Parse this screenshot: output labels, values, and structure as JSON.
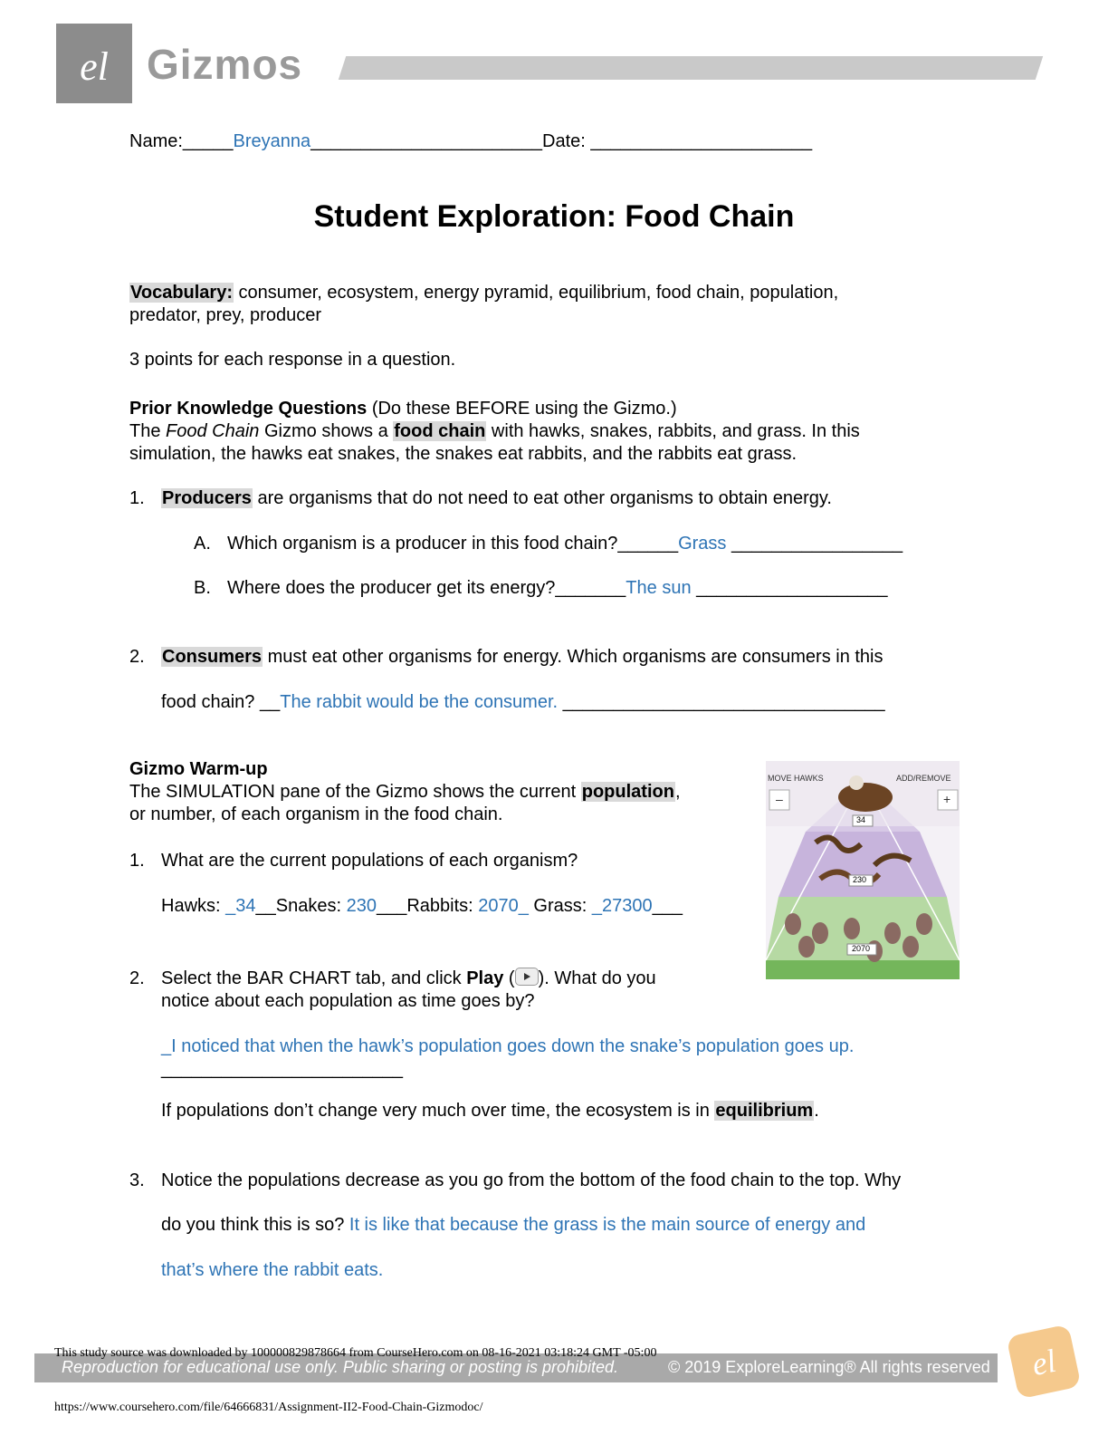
{
  "header": {
    "logo_text": "Gizmos"
  },
  "name_line": {
    "name_label": "Name:",
    "name_blank_pre": "_____",
    "name_value": "Breyanna",
    "name_blank_post": "_______________________",
    "date_label": "Date:",
    "date_blank": "______________________"
  },
  "title": "Student Exploration: Food Chain",
  "vocabulary": {
    "label": "Vocabulary:",
    "line1": " consumer, ecosystem, energy pyramid, equilibrium, food chain, population,",
    "line2": "predator, prey, producer"
  },
  "points_note": "3 points for each response in a question.",
  "prior": {
    "heading": "Prior Knowledge Questions",
    "heading_note": " (Do these BEFORE using the Gizmo.)",
    "p1_a": "The ",
    "p1_italic": "Food Chain",
    "p1_b": " Gizmo shows a ",
    "p1_hl": "food chain",
    "p1_c": " with hawks, snakes, rabbits, and grass. In this",
    "p2": "simulation, the hawks eat snakes, the snakes eat rabbits, and the rabbits eat grass.",
    "q1_num": "1.",
    "q1_hl": "Producers",
    "q1_text": " are organisms that do not need to eat other organisms to obtain energy.",
    "q1a_letter": "A.",
    "q1a_text": "Which organism is a producer in this food chain?______",
    "q1a_answer": "Grass",
    "q1a_blank": " _________________",
    "q1b_letter": "B.",
    "q1b_text": "Where does the producer get its energy?_______",
    "q1b_answer": "The sun",
    "q1b_blank": " ___________________",
    "q2_num": "2.",
    "q2_hl": "Consumers",
    "q2_text": " must eat other organisms for energy. Which organisms are consumers in this",
    "q2_line2": "food chain? __",
    "q2_answer": "The rabbit would be the consumer.",
    "q2_blank": " ________________________________"
  },
  "warmup": {
    "heading": "Gizmo Warm-up",
    "p1_a": "The SIMULATION pane of the Gizmo shows the current ",
    "p1_hl": "population",
    "p1_b": ",",
    "p2": "or number, of each organism in the food chain.",
    "q1_num": "1.",
    "q1_text": "What are the current populations of each organism?",
    "hawks_label": "Hawks: ",
    "hawks_value": "_34",
    "snakes_label": "__Snakes: ",
    "snakes_value": "230",
    "rabbits_label": "___Rabbits: ",
    "rabbits_value": "2070_",
    "grass_label": " Grass: ",
    "grass_value": "_27300",
    "grass_blank": "___",
    "q2_num": "2.",
    "q2_a": "Select the BAR CHART tab, and click ",
    "q2_bold": "Play",
    "q2_b": " (",
    "q2_c": "). What do you",
    "q2_line2": "notice about each population as time goes by?",
    "q2_answer": "_I noticed that when the hawk’s population goes down the snake’s population goes up.",
    "q2_blank": "________________________",
    "eq_a": "If populations don’t change very much over time, the ecosystem is in ",
    "eq_hl": "equilibrium",
    "eq_b": ".",
    "q3_num": "3.",
    "q3_line1": "Notice the populations decrease as you go from the bottom of the food chain to the top. Why",
    "q3_line2": "do you think this is so? ",
    "q3_answer_1": "It is like that because the grass is the main source of energy and",
    "q3_answer_2": "that’s where the rabbit eats."
  },
  "gizmo_image": {
    "move_hawks": "MOVE HAWKS",
    "add_remove": "ADD/REMOVE",
    "minus": "–",
    "plus": "+",
    "hawk_count": "34",
    "snake_count": "230",
    "rabbit_count": "2070"
  },
  "footer": {
    "source": "This study source was downloaded by 100000829878664 from CourseHero.com on 08-16-2021 03:18:24 GMT -05:00",
    "notice": "Reproduction for educational use only. Public sharing or posting is prohibited.",
    "copyright": "© 2019 ExploreLearning® All rights reserved",
    "url": "https://www.coursehero.com/file/64666831/Assignment-II2-Food-Chain-Gizmodoc/"
  }
}
